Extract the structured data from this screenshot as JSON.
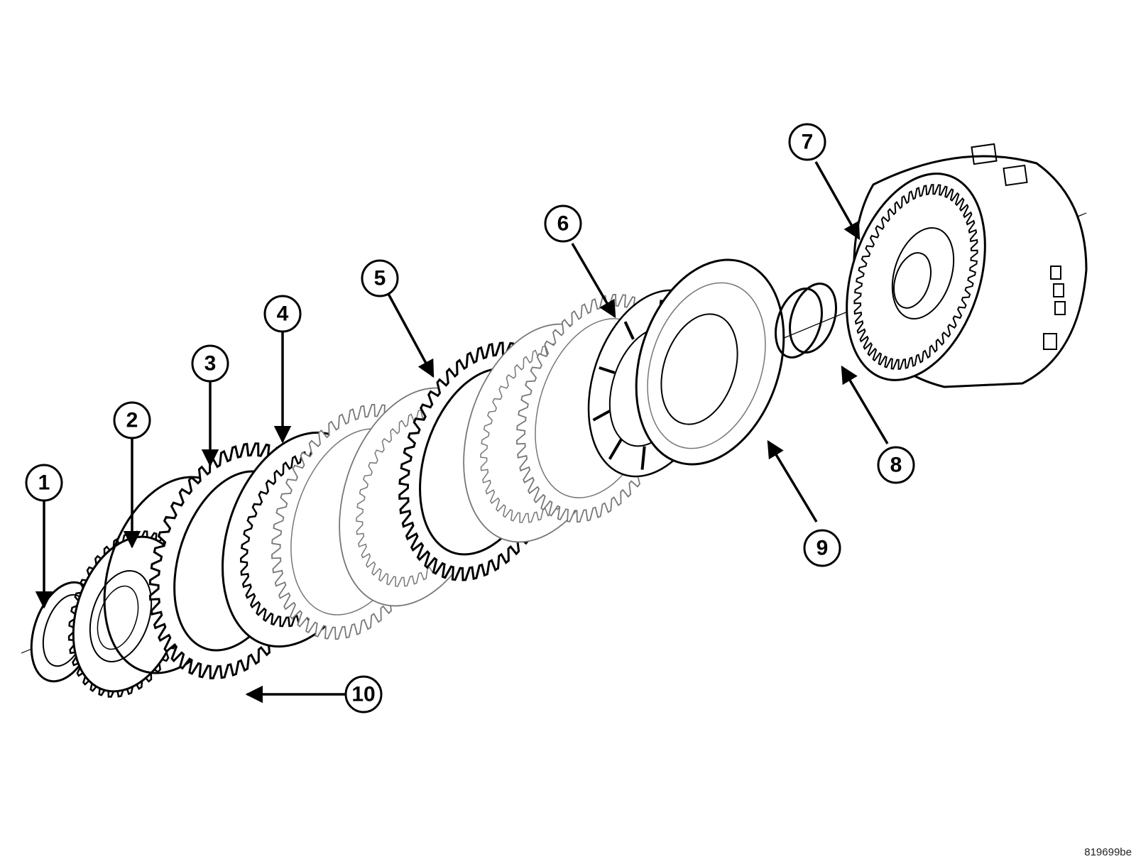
{
  "callouts": [
    {
      "id": 1,
      "label": "1"
    },
    {
      "id": 2,
      "label": "2"
    },
    {
      "id": 3,
      "label": "3"
    },
    {
      "id": 4,
      "label": "4"
    },
    {
      "id": 5,
      "label": "5"
    },
    {
      "id": 6,
      "label": "6"
    },
    {
      "id": 7,
      "label": "7"
    },
    {
      "id": 8,
      "label": "8"
    },
    {
      "id": 9,
      "label": "9"
    },
    {
      "id": 10,
      "label": "10"
    }
  ],
  "figure_id": "819699be",
  "colors": {
    "line": "#000000",
    "background": "#ffffff",
    "light_line": "#777777"
  }
}
